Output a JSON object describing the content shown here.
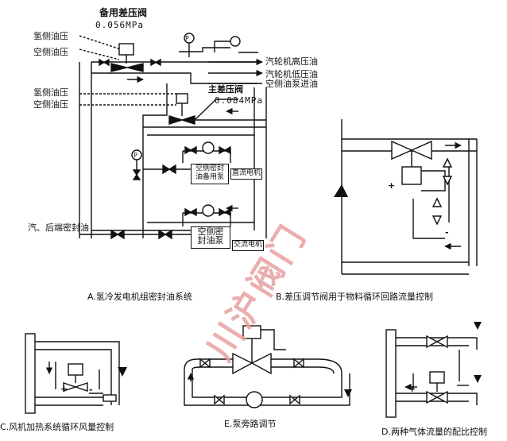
{
  "diagram_a": {
    "backup_valve_label": "备用差压阀",
    "backup_pressure": "0.056MPa",
    "hydrogen_side_oil_1": "氢侧油压",
    "air_side_oil_1": "空侧油压",
    "hydrogen_side_oil_2": "氢侧油压",
    "air_side_oil_2": "空侧油压",
    "main_valve_label": "主差压阀",
    "main_pressure": "0.084MPa",
    "turbine_hp_oil": "汽轮机高压油",
    "turbine_lp_oil": "汽轮机低压油",
    "air_side_pump_inlet": "空侧油泵进油",
    "air_backup_pump_l1": "空侧密封",
    "air_backup_pump_l2": "油备用泵",
    "dc_motor": "直流电机",
    "air_pump_l1": "空侧密",
    "air_pump_l2": "封油泵",
    "ac_motor": "交流电机",
    "seal_oil_label": "汽、后端密封油",
    "gauge_p": "P",
    "caption": "A.氢冷发电机组密封油系统"
  },
  "diagram_b": {
    "plus": "+",
    "minus": "-",
    "caption": "B.差压调节阀用于物料循环回路流量控制"
  },
  "diagram_c": {
    "plus": "+",
    "minus": "-",
    "caption": "C.风机加热系统循环风量控制"
  },
  "diagram_e": {
    "caption": "E.泵旁路调节"
  },
  "diagram_d": {
    "plus": "+",
    "caption": "D.两种气体流量的配比控制"
  },
  "watermark": "川沪阀门",
  "colors": {
    "line": "#111111",
    "watermark": "#e8a0a0"
  }
}
